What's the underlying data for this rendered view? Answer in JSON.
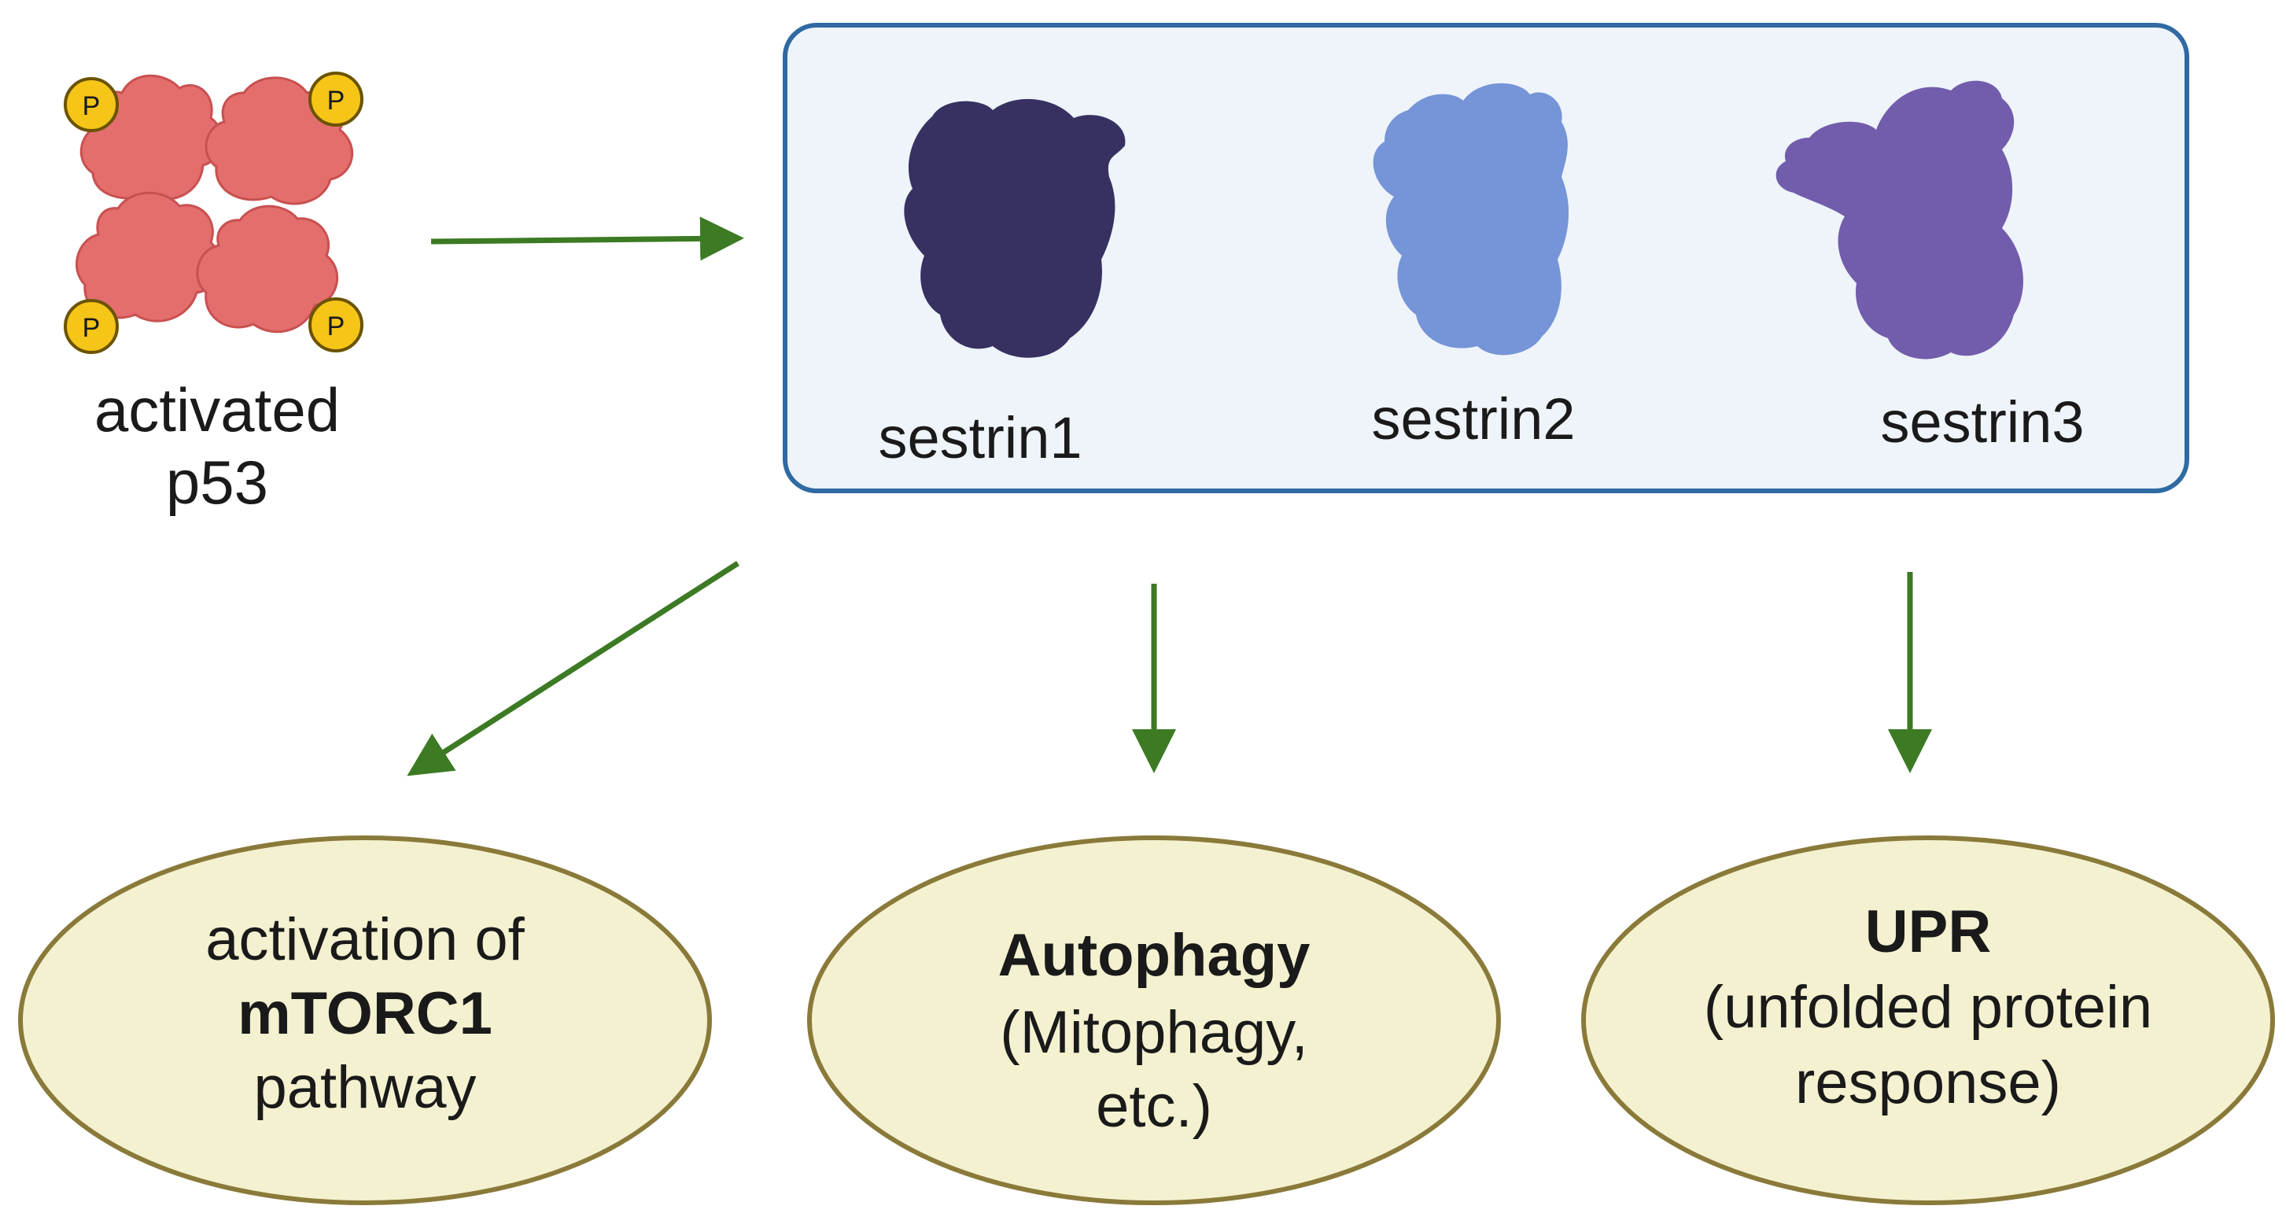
{
  "p53": {
    "label_line1": "activated",
    "label_line2": "p53",
    "phospho_label": "P",
    "color": "#e46e6e",
    "phospho_color": "#f5c518"
  },
  "sestrin_box": {
    "border_color": "#2f6aa3",
    "fill_color": "#eef4fa",
    "items": [
      {
        "label": "sestrin1",
        "color": "#2b2659"
      },
      {
        "label": "sestrin2",
        "color": "#6f8fd6"
      },
      {
        "label": "sestrin3",
        "color": "#6a54a8"
      }
    ]
  },
  "arrow_color": "#3c7a23",
  "outcomes": {
    "fill_color": "#f4f1d0",
    "border_color": "#8a7a3a",
    "mtorc1": {
      "line1": "activation of",
      "line2": "mTORC1",
      "line3": "pathway"
    },
    "autophagy": {
      "line1": "Autophagy",
      "line2": "(Mitophagy,",
      "line3": "etc.)"
    },
    "upr": {
      "line1": "UPR",
      "line2": "(unfolded protein",
      "line3": "response)"
    }
  }
}
